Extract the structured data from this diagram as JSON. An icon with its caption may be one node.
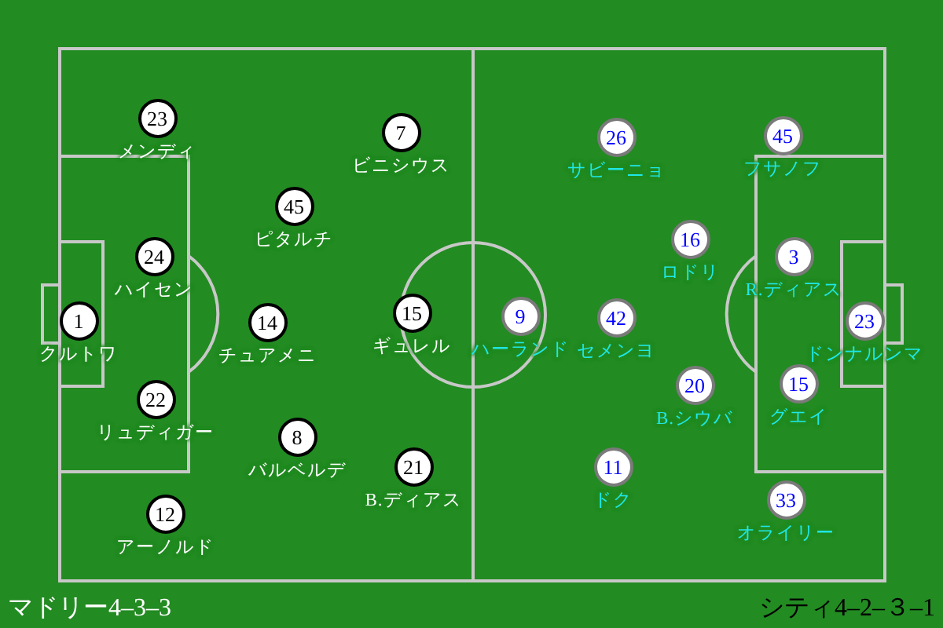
{
  "diagram": {
    "nodes": [
      {
        "text": [
          "23"
        ],
        "beside": [
          "メンディ"
        ]
      },
      {
        "text": [
          "7"
        ],
        "beside": [
          "ビニシウス"
        ]
      },
      {
        "text": [
          "45"
        ],
        "beside": [
          "ピタルチ"
        ]
      },
      {
        "text": [
          "24"
        ],
        "beside": [
          "ハイセン"
        ]
      },
      {
        "text": [
          "1"
        ],
        "beside": [
          "クルトワ"
        ]
      },
      {
        "text": [
          "14"
        ],
        "beside": [
          "チュアメニ"
        ]
      },
      {
        "text": [
          "15"
        ],
        "beside": [
          "ギュレル"
        ]
      },
      {
        "text": [
          "22"
        ],
        "beside": [
          "リュディガー"
        ]
      },
      {
        "text": [
          "8"
        ],
        "beside": [
          "バルベルデ"
        ]
      },
      {
        "text": [
          "21"
        ],
        "beside": [
          "B.ディアス"
        ]
      },
      {
        "text": [
          "12"
        ],
        "beside": [
          "アーノルド"
        ]
      },
      {
        "text": [
          "26"
        ],
        "beside": [
          "サビーニョ"
        ]
      },
      {
        "text": [
          "45"
        ],
        "beside": [
          "フサノフ"
        ]
      },
      {
        "text": [
          "16"
        ],
        "beside": [
          "ロドリ"
        ]
      },
      {
        "text": [
          "3"
        ],
        "beside": [
          "R.ディアス"
        ]
      },
      {
        "text": [
          "9"
        ],
        "beside": [
          "ハーランド"
        ]
      },
      {
        "text": [
          "42"
        ],
        "beside": [
          "セメンヨ"
        ]
      },
      {
        "text": [
          "23"
        ],
        "beside": [
          "ドンナルンマ"
        ]
      },
      {
        "text": [
          "20"
        ],
        "beside": [
          "B.シウバ"
        ]
      },
      {
        "text": [
          "15"
        ],
        "beside": [
          "グエイ"
        ]
      },
      {
        "text": [
          "11"
        ],
        "beside": [
          "ドク"
        ]
      },
      {
        "text": [
          "33"
        ],
        "beside": [
          "オライリー"
        ]
      }
    ],
    "labels": [
      "マドリー4–3–3",
      "シティ4–2–３–1"
    ]
  }
}
